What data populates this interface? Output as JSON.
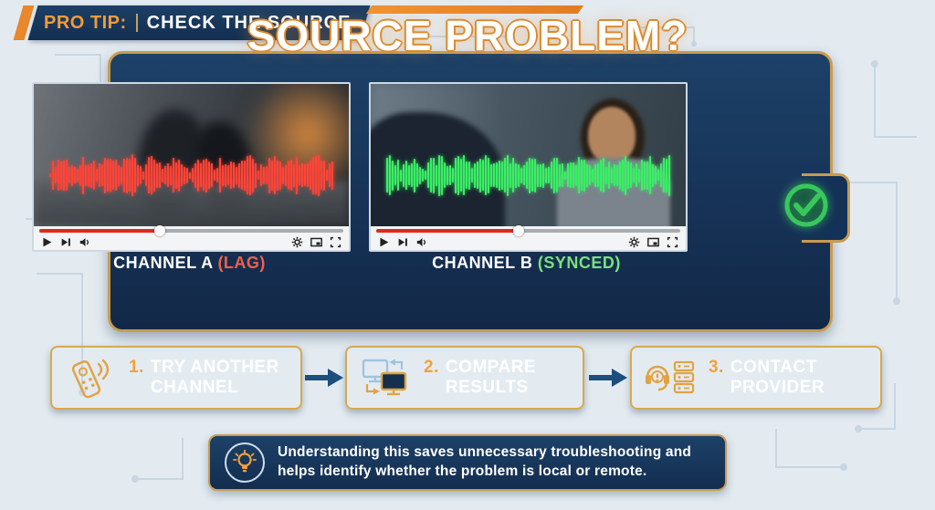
{
  "banner": {
    "prefix": "PRO TIP:",
    "title": "CHECK THE SOURCE"
  },
  "panel": {
    "title": "SOURCE PROBLEM?"
  },
  "channels": {
    "a": {
      "label": "CHANNEL A",
      "status": "(LAG)",
      "status_color": "#f0604a",
      "badge_icon": "warning-triangle-icon"
    },
    "b": {
      "label": "CHANNEL B",
      "status": "(SYNCED)",
      "status_color": "#7ce07c",
      "badge_icon": "check-circle-icon"
    }
  },
  "player": {
    "progress_a": 40,
    "progress_b": 47,
    "controls": [
      "play-icon",
      "next-icon",
      "volume-icon",
      "settings-gear-icon",
      "pip-icon",
      "fullscreen-icon"
    ]
  },
  "steps": [
    {
      "number": "1.",
      "line1": "TRY ANOTHER",
      "line2": "CHANNEL",
      "icon": "remote-control-icon"
    },
    {
      "number": "2.",
      "line1": "COMPARE",
      "line2": "RESULTS",
      "icon": "compare-screens-icon"
    },
    {
      "number": "3.",
      "line1": "CONTACT",
      "line2": "PROVIDER",
      "icon": "support-provider-icon"
    }
  ],
  "note": {
    "icon": "lightbulb-icon",
    "line1": "Understanding this saves unnecessary troubleshooting and",
    "line2": "helps identify whether the problem is local or remote."
  },
  "colors": {
    "accent_orange": "#e8872c",
    "gold_border": "#c89b4f",
    "panel_blue": "#16395f",
    "alert_red": "#ff4438",
    "ok_green": "#3bee66",
    "background": "#e3ebf1"
  }
}
